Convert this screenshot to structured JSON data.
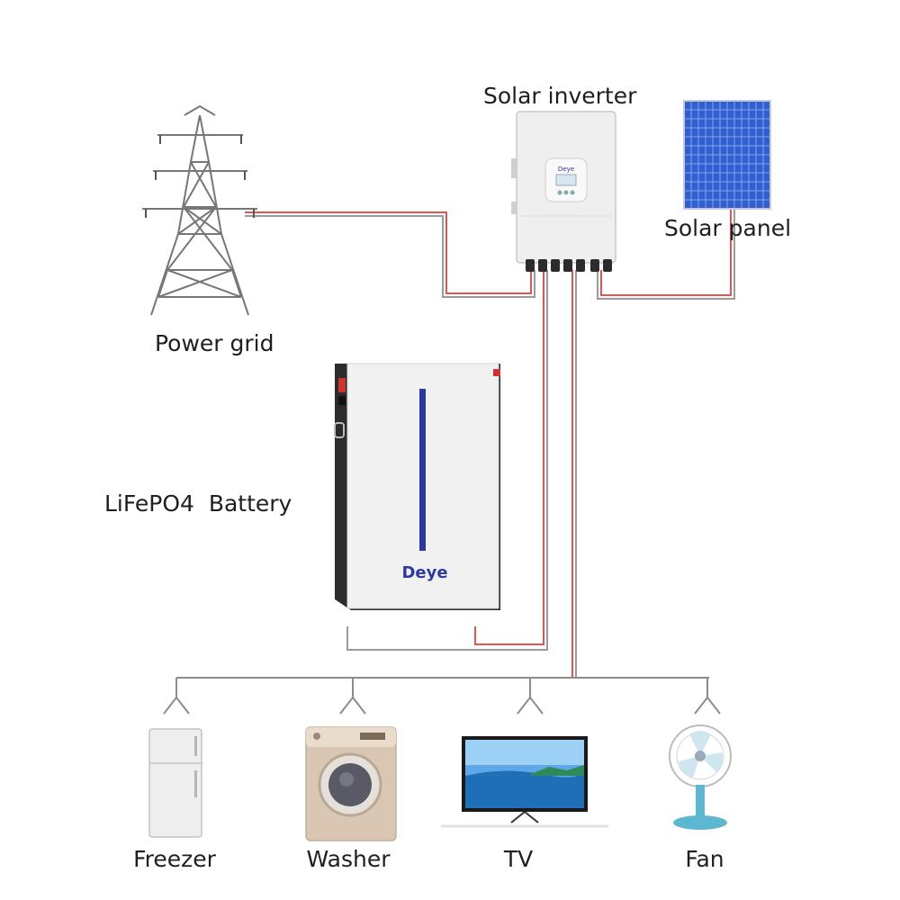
{
  "labels": {
    "inverter": "Solar inverter",
    "panel": "Solar panel",
    "grid": "Power grid",
    "battery": "LiFePO4  Battery"
  },
  "brand": {
    "inverter_logo": "Deye",
    "battery_logo": "Deye"
  },
  "appliances": [
    {
      "label": "Freezer",
      "icon": "freezer-icon"
    },
    {
      "label": "Washer",
      "icon": "washer-icon"
    },
    {
      "label": "TV",
      "icon": "tv-icon"
    },
    {
      "label": "Fan",
      "icon": "fan-icon"
    }
  ],
  "colors": {
    "ac_wire": "#e0554f",
    "neutral_wire": "#8c8c8c",
    "battery_stripe": "#2b3a9c",
    "panel_blue": "#2f5fd0"
  }
}
